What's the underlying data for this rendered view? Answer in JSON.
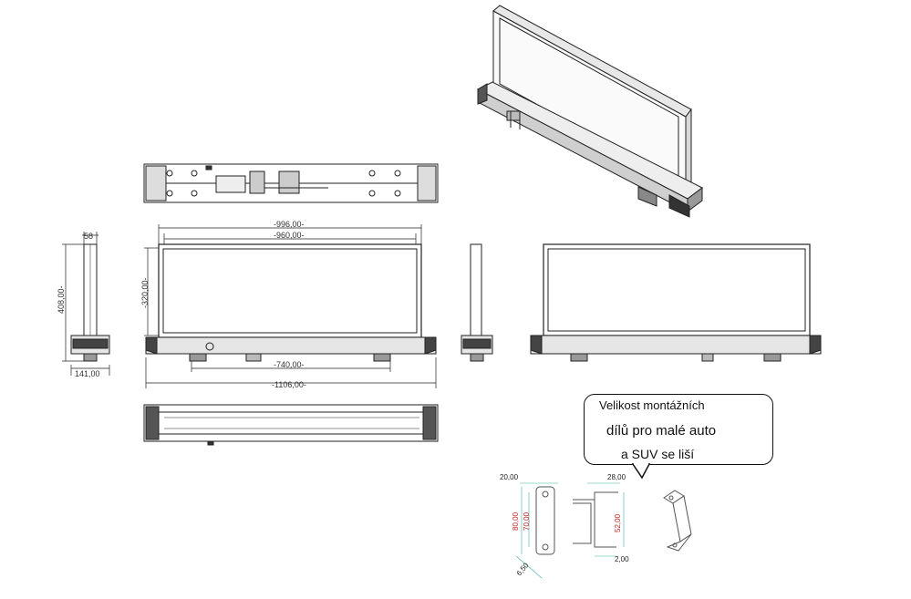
{
  "dimensions": {
    "overall_width": "-1106,00-",
    "frame_outer": "-996,00-",
    "frame_inner": "-960,00-",
    "foot_span": "-740,00-",
    "panel_height": "-320,00-",
    "total_height": "408,00-",
    "side_thickness": "58",
    "side_base": "141,00"
  },
  "bracket": {
    "top_w": "20,00",
    "height_outer": "80,00",
    "height_inner": "70,00",
    "hole": "6,50",
    "mid_w": "28,00",
    "mid_h": "52,00",
    "thickness": "2,00"
  },
  "note": {
    "line1": "Velikost montážních",
    "line2": "dílů pro malé auto",
    "line3": "a SUV se liší"
  }
}
